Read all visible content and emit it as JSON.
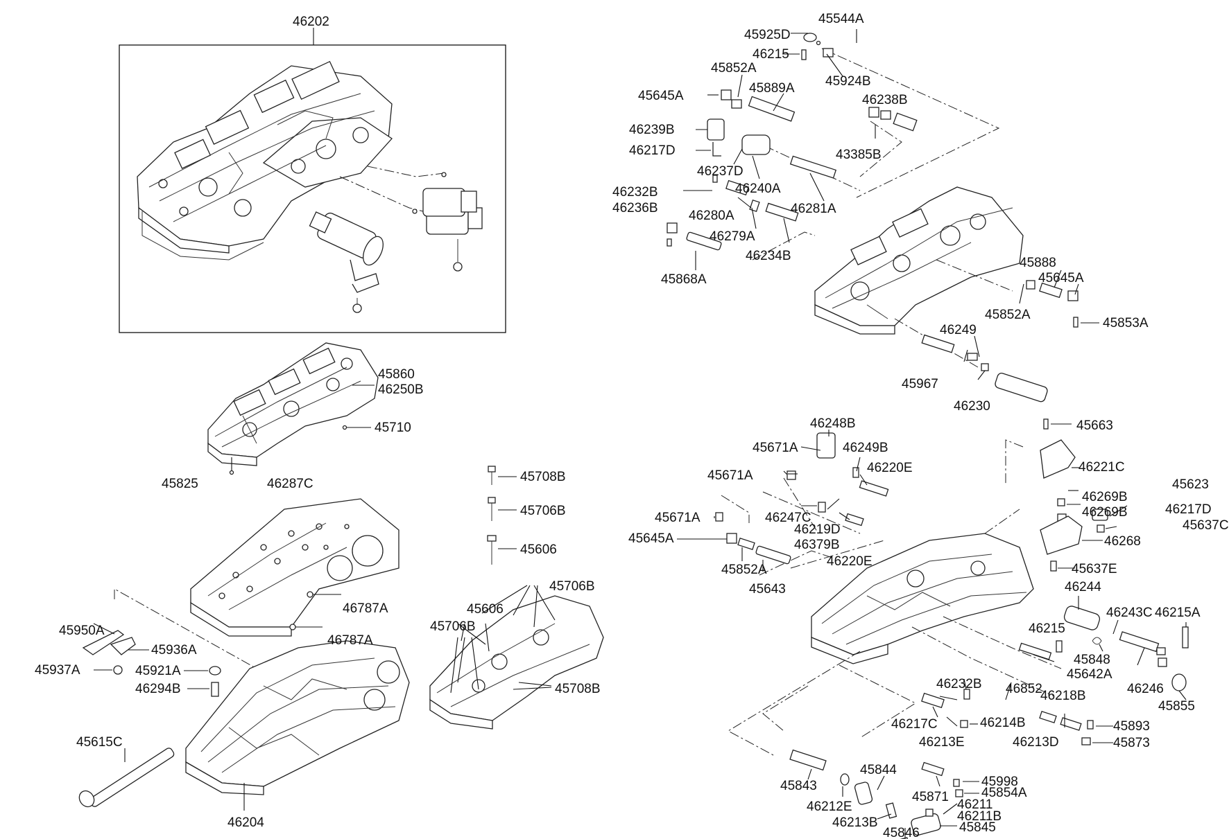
{
  "labels": {
    "l46202": "46202",
    "l45544A": "45544A",
    "l45925D": "45925D",
    "l46215a": "46215",
    "l45924B": "45924B",
    "l45852Aa": "45852A",
    "l45645Aa": "45645A",
    "l45889A": "45889A",
    "l46238B": "46238B",
    "l46239B": "46239B",
    "l46217D_a": "46217D",
    "l43385B": "43385B",
    "l46237D": "46237D",
    "l46240A": "46240A",
    "l46232B_a": "46232B",
    "l46236B": "46236B",
    "l46280A": "46280A",
    "l46281A": "46281A",
    "l46279A": "46279A",
    "l46234B": "46234B",
    "l45868A": "45868A",
    "l45888": "45888",
    "l45645Ab": "45645A",
    "l45852Ab": "45852A",
    "l45853A": "45853A",
    "l46249": "46249",
    "l45967": "45967",
    "l46230": "46230",
    "l45663": "45663",
    "l45860": "45860",
    "l46250B": "46250B",
    "l45710": "45710",
    "l45825": "45825",
    "l46287C": "46287C",
    "l45708Ba": "45708B",
    "l45706Ba": "45706B",
    "l45606a": "45606",
    "l46248B": "46248B",
    "l45671Aa": "45671A",
    "l46249B": "46249B",
    "l45671Ab": "45671A",
    "l46220Ea": "46220E",
    "l46221C": "46221C",
    "l45623": "45623",
    "l46269Ba": "46269B",
    "l46269Bb": "46269B",
    "l46217D_b": "46217D",
    "l45637C": "45637C",
    "l45671Ac": "45671A",
    "l46247C": "46247C",
    "l46219D": "46219D",
    "l46379B": "46379B",
    "l46220Eb": "46220E",
    "l45645Ac": "45645A",
    "l46268": "46268",
    "l45852Ac": "45852A",
    "l45643": "45643",
    "l45637E": "45637E",
    "l46787Aa": "46787A",
    "l46787Ab": "46787A",
    "l45706Bb": "45706B",
    "l45606b": "45606",
    "l45706Bc": "45706B",
    "l46244": "46244",
    "l46243C": "46243C",
    "l46215A": "46215A",
    "l45950A": "45950A",
    "l45936A": "45936A",
    "l45937A": "45937A",
    "l45921A": "45921A",
    "l46294B": "46294B",
    "l45708Bb": "45708B",
    "l46215b": "46215",
    "l45848": "45848",
    "l45642A": "45642A",
    "l46852": "46852",
    "l46246": "46246",
    "l45855": "45855",
    "l46232B_b": "46232B",
    "l46218B": "46218B",
    "l46217C": "46217C",
    "l46214B": "46214B",
    "l45893": "45893",
    "l46213E": "46213E",
    "l46213D": "46213D",
    "l45873": "45873",
    "l45615C": "45615C",
    "l45843": "45843",
    "l45844": "45844",
    "l45871": "45871",
    "l45998": "45998",
    "l45854A": "45854A",
    "l46212E": "46212E",
    "l46211": "46211",
    "l46211B": "46211B",
    "l46213B": "46213B",
    "l45845": "45845",
    "l46204": "46204",
    "l45846": "45846"
  }
}
